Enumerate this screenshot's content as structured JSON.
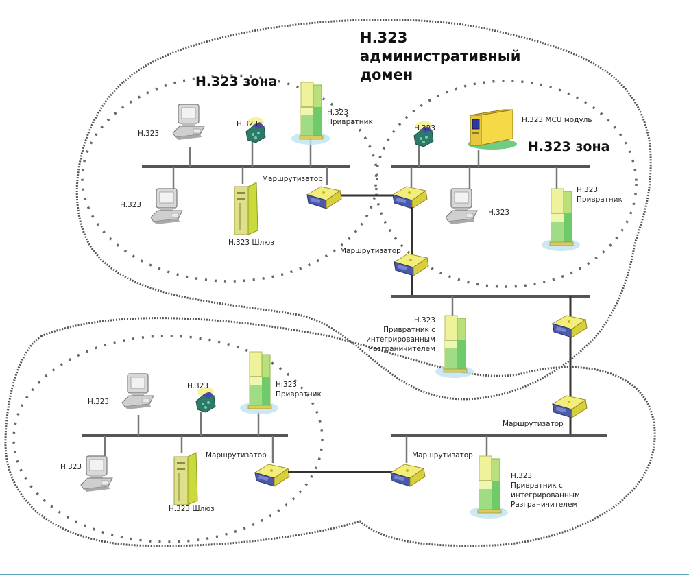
{
  "domain_title": [
    "H.323",
    "административный",
    "домен"
  ],
  "zones": [
    {
      "title": "H.323 зона"
    },
    {
      "title": "H.323 зона"
    }
  ],
  "labels": {
    "terminal": "H.323",
    "gatekeeper_line1": "H.323",
    "gatekeeper_line2": "Привратник",
    "gateway": "H.323 Шлюз",
    "router": "Маршрутизатор",
    "mcu": "H.323 MCU модуль",
    "gk_border_line1": "H.323",
    "gk_border_line2": "Привратник с",
    "gk_border_line3": "интегрированным",
    "gk_border_line4": "Разграничителем"
  },
  "colors": {
    "bus": "#555555",
    "device_yellow": "#e8e27a",
    "device_green": "#7ccf6a",
    "router_blue": "#4a5aa8",
    "accent_line": "#5fa9b8"
  }
}
